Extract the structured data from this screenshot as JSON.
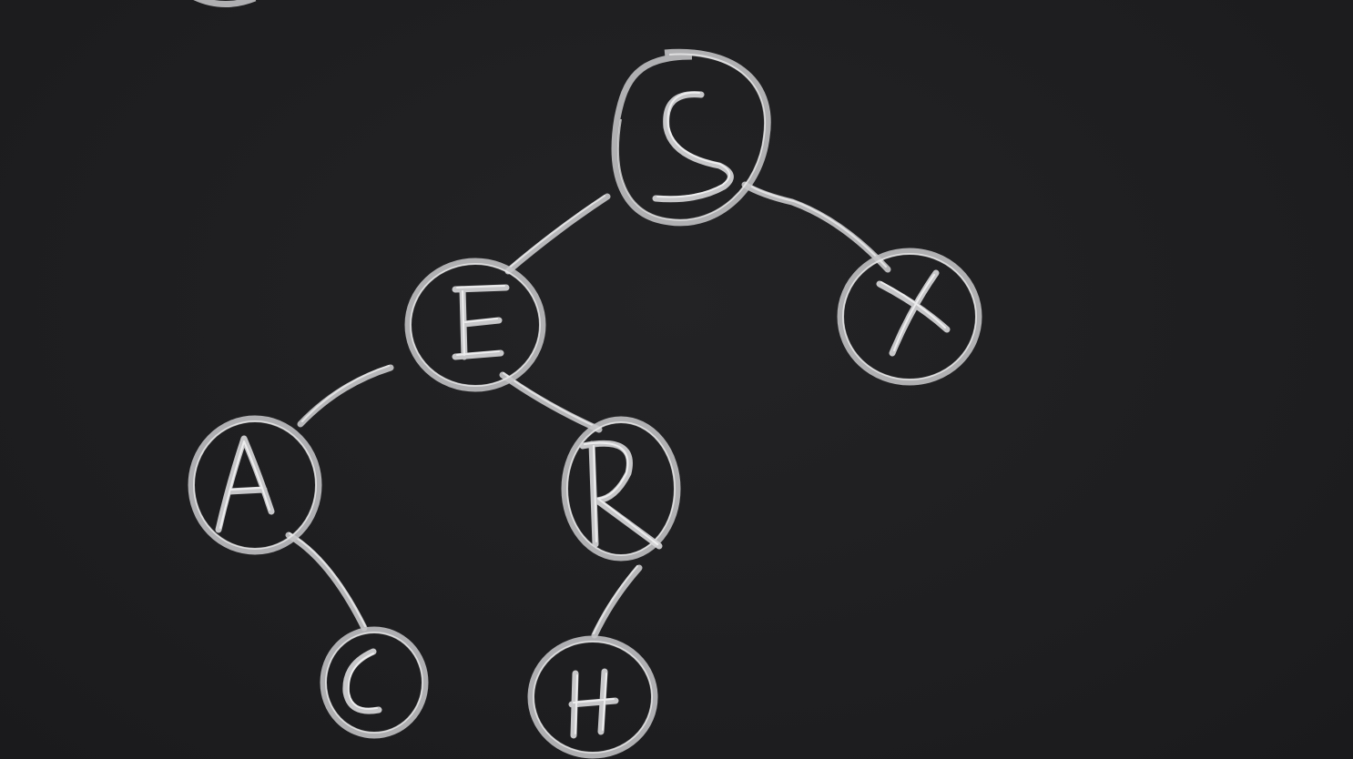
{
  "diagram": {
    "type": "binary-search-tree",
    "colors": {
      "background": "#1f1f21",
      "chalk": "#c9c9cb"
    },
    "nodes": [
      {
        "id": "S",
        "label": "S"
      },
      {
        "id": "E",
        "label": "E"
      },
      {
        "id": "X",
        "label": "X"
      },
      {
        "id": "A",
        "label": "A"
      },
      {
        "id": "R",
        "label": "R"
      },
      {
        "id": "C",
        "label": "C"
      },
      {
        "id": "H",
        "label": "H"
      }
    ],
    "edges": [
      {
        "from": "S",
        "to": "E"
      },
      {
        "from": "S",
        "to": "X"
      },
      {
        "from": "E",
        "to": "A"
      },
      {
        "from": "E",
        "to": "R"
      },
      {
        "from": "A",
        "to": "C"
      },
      {
        "from": "R",
        "to": "H"
      }
    ]
  }
}
